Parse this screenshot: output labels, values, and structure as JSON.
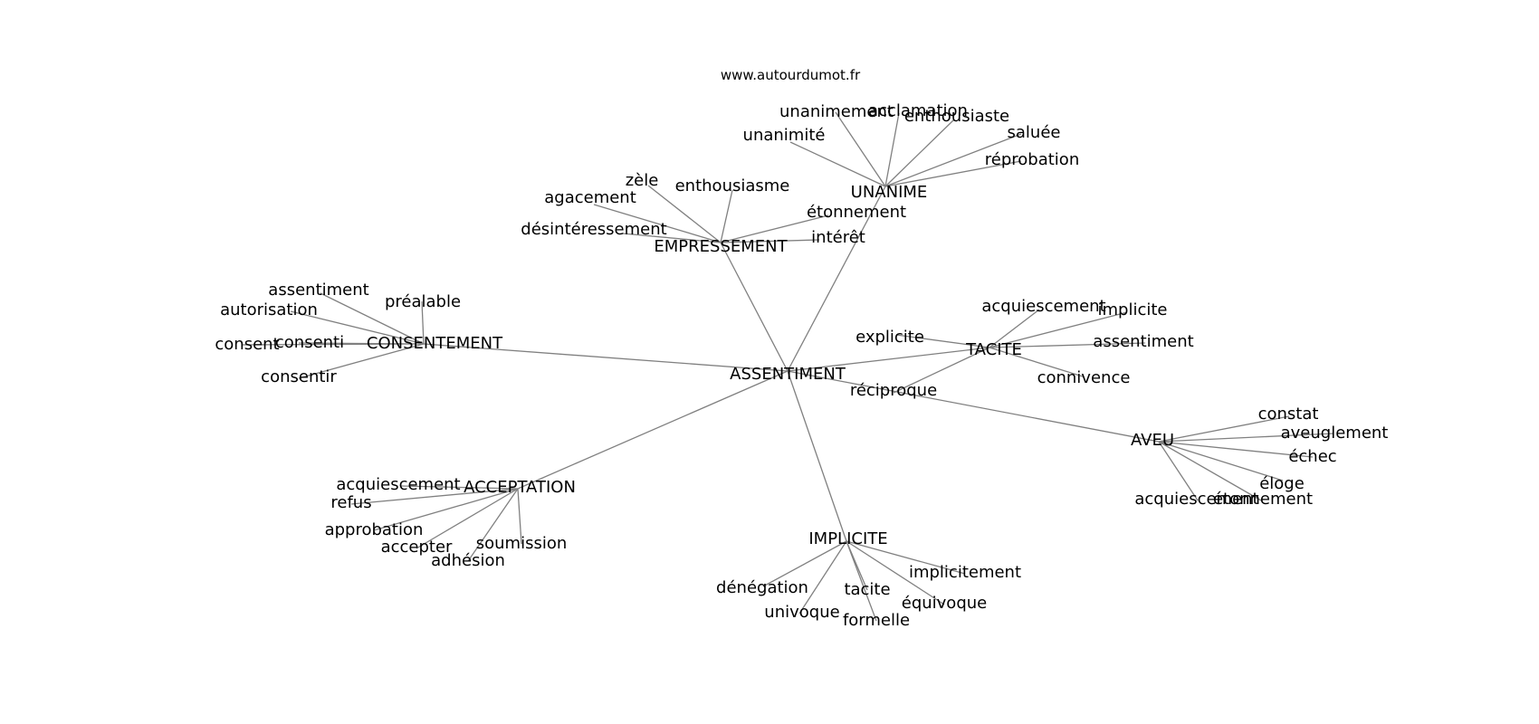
{
  "site_label": "www.autourdumot.fr",
  "center": {
    "id": "root",
    "label": "ASSENTIMENT"
  },
  "hubs": [
    {
      "id": "empressement",
      "label": "EMPRESSEMENT",
      "leaves": [
        {
          "id": "e1",
          "label": "zèle"
        },
        {
          "id": "e2",
          "label": "enthousiasme"
        },
        {
          "id": "e3",
          "label": "agacement"
        },
        {
          "id": "e4",
          "label": "désintéressement"
        },
        {
          "id": "e5",
          "label": "étonnement"
        },
        {
          "id": "e6",
          "label": "intérêt"
        }
      ]
    },
    {
      "id": "unanime",
      "label": "UNANIME",
      "leaves": [
        {
          "id": "u1",
          "label": "unanimement"
        },
        {
          "id": "u2",
          "label": "acclamation"
        },
        {
          "id": "u3",
          "label": "enthousiaste"
        },
        {
          "id": "u4",
          "label": "unanimité"
        },
        {
          "id": "u5",
          "label": "saluée"
        },
        {
          "id": "u6",
          "label": "réprobation"
        }
      ]
    },
    {
      "id": "consentement",
      "label": "CONSENTEMENT",
      "leaves": [
        {
          "id": "c1",
          "label": "assentiment"
        },
        {
          "id": "c2",
          "label": "préalable"
        },
        {
          "id": "c3",
          "label": "autorisation"
        },
        {
          "id": "c4",
          "label": "consent"
        },
        {
          "id": "c5",
          "label": "consenti"
        },
        {
          "id": "c6",
          "label": "consentir"
        }
      ]
    },
    {
      "id": "tacite",
      "label": "TACITE",
      "leaves": [
        {
          "id": "t1",
          "label": "acquiescement"
        },
        {
          "id": "t2",
          "label": "implicite"
        },
        {
          "id": "t3",
          "label": "explicite"
        },
        {
          "id": "t4",
          "label": "assentiment"
        },
        {
          "id": "t5",
          "label": "connivence"
        },
        {
          "id": "t6",
          "label": "réciproque"
        }
      ]
    },
    {
      "id": "aveu",
      "label": "AVEU",
      "leaves": [
        {
          "id": "a1",
          "label": "constat"
        },
        {
          "id": "a2",
          "label": "aveuglement"
        },
        {
          "id": "a3",
          "label": "échec"
        },
        {
          "id": "a4",
          "label": "éloge"
        },
        {
          "id": "a5",
          "label": "acquiescement"
        },
        {
          "id": "a6",
          "label": "étonnement"
        }
      ]
    },
    {
      "id": "acceptation",
      "label": "ACCEPTATION",
      "leaves": [
        {
          "id": "p1",
          "label": "acquiescement"
        },
        {
          "id": "p2",
          "label": "refus"
        },
        {
          "id": "p3",
          "label": "approbation"
        },
        {
          "id": "p4",
          "label": "accepter"
        },
        {
          "id": "p5",
          "label": "soumission"
        },
        {
          "id": "p6",
          "label": "adhésion"
        }
      ]
    },
    {
      "id": "implicite",
      "label": "IMPLICITE",
      "leaves": [
        {
          "id": "i1",
          "label": "implicitement"
        },
        {
          "id": "i2",
          "label": "dénégation"
        },
        {
          "id": "i3",
          "label": "tacite"
        },
        {
          "id": "i4",
          "label": "équivoque"
        },
        {
          "id": "i5",
          "label": "univoque"
        },
        {
          "id": "i6",
          "label": "formelle"
        }
      ]
    }
  ],
  "colors": {
    "edge": "#808080",
    "text": "#000000",
    "background": "#ffffff"
  }
}
